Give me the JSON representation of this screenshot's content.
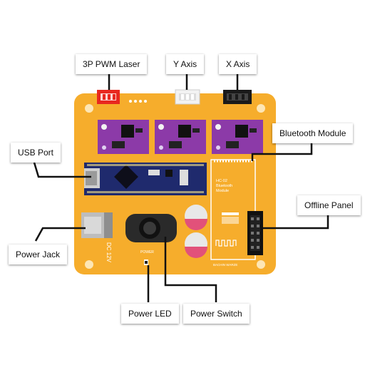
{
  "labels": {
    "laser": "3P PWM Laser",
    "y_axis": "Y Axis",
    "x_axis": "X Axis",
    "bluetooth": "Bluetooth Module",
    "usb": "USB Port",
    "offline": "Offline Panel",
    "jack": "Power Jack",
    "led": "Power LED",
    "switch": "Power Switch"
  },
  "board_text": {
    "dc": "DC 12V",
    "power": "POWER",
    "bt_line1": "HC-02",
    "bt_line2": "Bluetooth",
    "bt_line3": "Module",
    "bt_code": "BACHIN WARZE"
  },
  "colors": {
    "board": "#f6ad2c",
    "driver": "#8c3aa8",
    "nano": "#1f2a6d",
    "laser_connector": "#e8281f",
    "y_connector": "#f2f2f2",
    "x_connector": "#1a1a1a",
    "capacitor": "#e2517a"
  }
}
